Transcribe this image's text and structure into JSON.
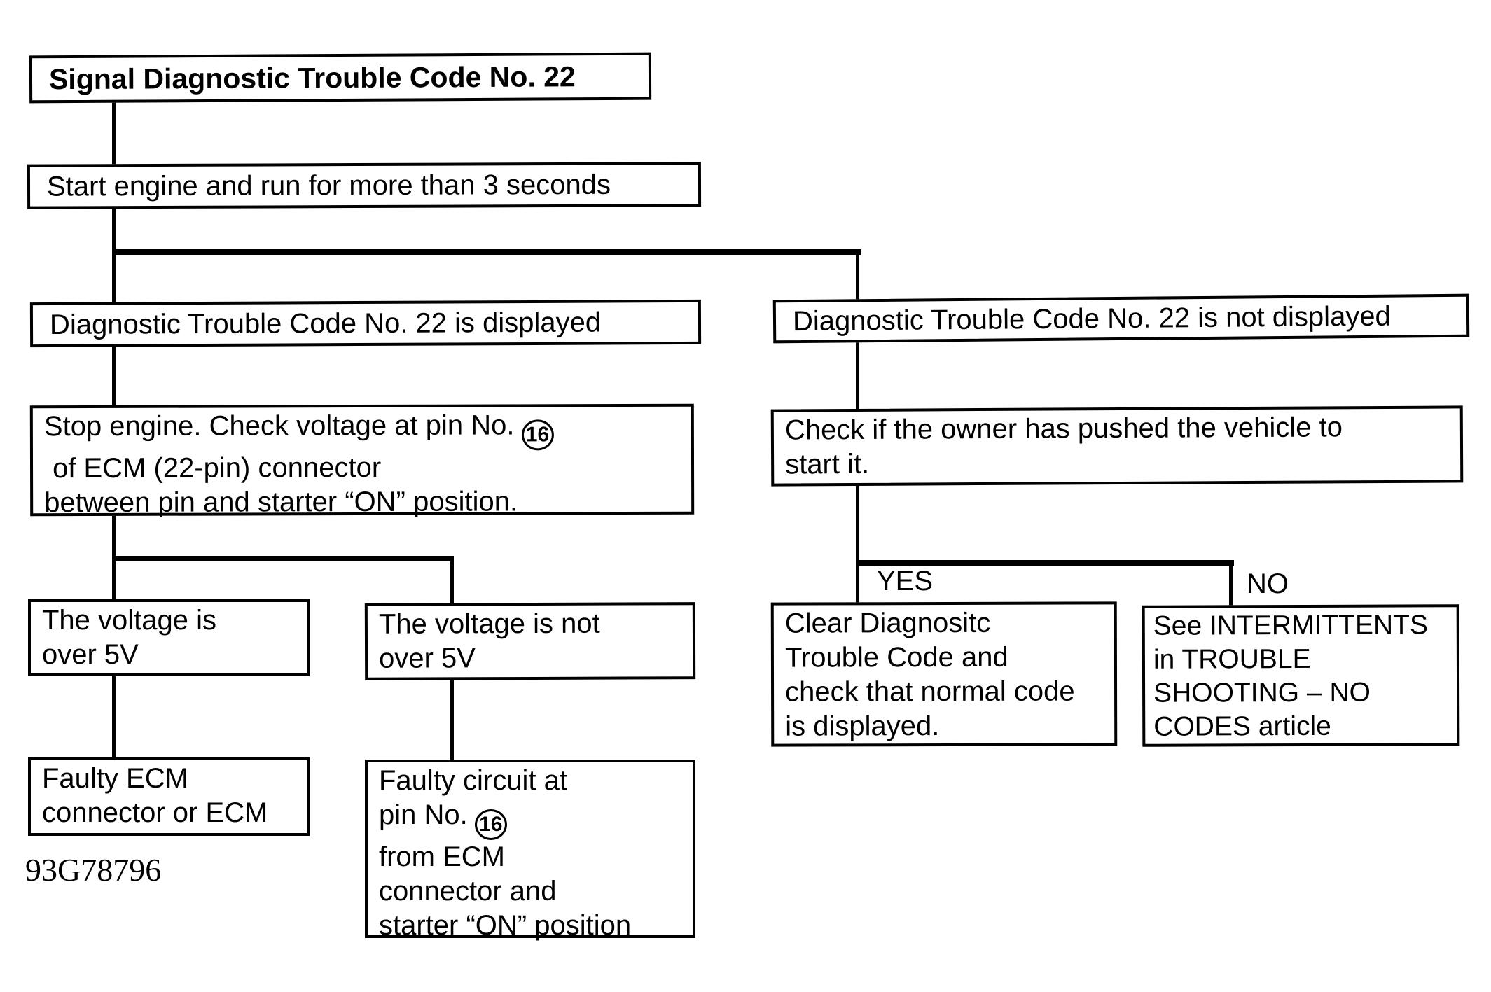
{
  "figure": {
    "id_label": "93G78796",
    "colors": {
      "ink": "#000000",
      "paper": "#ffffff"
    },
    "branch_labels": {
      "yes": "YES",
      "no": "NO"
    },
    "nodes": {
      "title": "Signal Diagnostic Trouble Code No. 22",
      "start": "Start engine and run for more than 3 seconds",
      "displayed": "Diagnostic Trouble Code No. 22 is displayed",
      "not_displayed": "Diagnostic Trouble Code No. 22 is not displayed",
      "stop_check": {
        "line1_prefix": "Stop engine. Check voltage at pin No.",
        "pin_circle": "16",
        "line2": "of ECM (22-pin) connector",
        "line3": "between pin and starter “ON” position."
      },
      "check_owner": "Check if the owner has pushed the vehicle to\nstart it.",
      "voltage_over": "The voltage is\nover 5V",
      "voltage_not_over": "The voltage is not\nover 5V",
      "faulty_ecm": "Faulty ECM\nconnector or ECM",
      "faulty_circuit": {
        "line1": "Faulty circuit at",
        "line2_prefix": "pin No.",
        "pin_circle": "16",
        "rest": "from ECM\nconnector and\nstarter “ON” position"
      },
      "clear_code": "Clear Diagnositc\nTrouble Code and\ncheck that normal code\nis displayed.",
      "see_intermittents": "See INTERMITTENTS\nin TROUBLE\nSHOOTING – NO\nCODES article"
    }
  }
}
